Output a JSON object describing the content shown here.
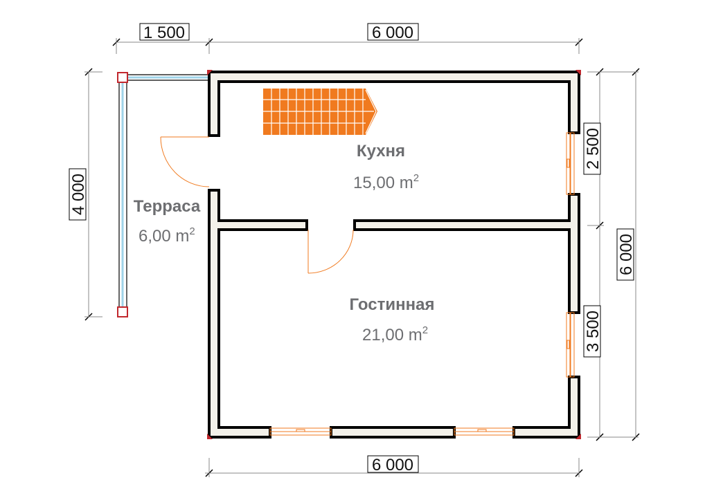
{
  "dimensions": {
    "top_terrace_width": "1 500",
    "top_house_width": "6 000",
    "bottom_house_width": "6 000",
    "left_terrace_depth": "4 000",
    "right_kitchen_depth": "2 500",
    "right_living_depth": "3 500",
    "right_total_depth": "6 000"
  },
  "rooms": {
    "kitchen": {
      "name": "Кухня",
      "area": "15,00 m",
      "unit_sup": "2"
    },
    "living": {
      "name": "Гостинная",
      "area": "21,00 m",
      "unit_sup": "2"
    },
    "terrace": {
      "name": "Терраса",
      "area": "6,00 m",
      "unit_sup": "2"
    }
  },
  "colors": {
    "wall_fill": "#f3f1ea",
    "accent_orange": "#f07a1f",
    "corner_red": "#c1272d",
    "room_text": "#6d6e71"
  }
}
